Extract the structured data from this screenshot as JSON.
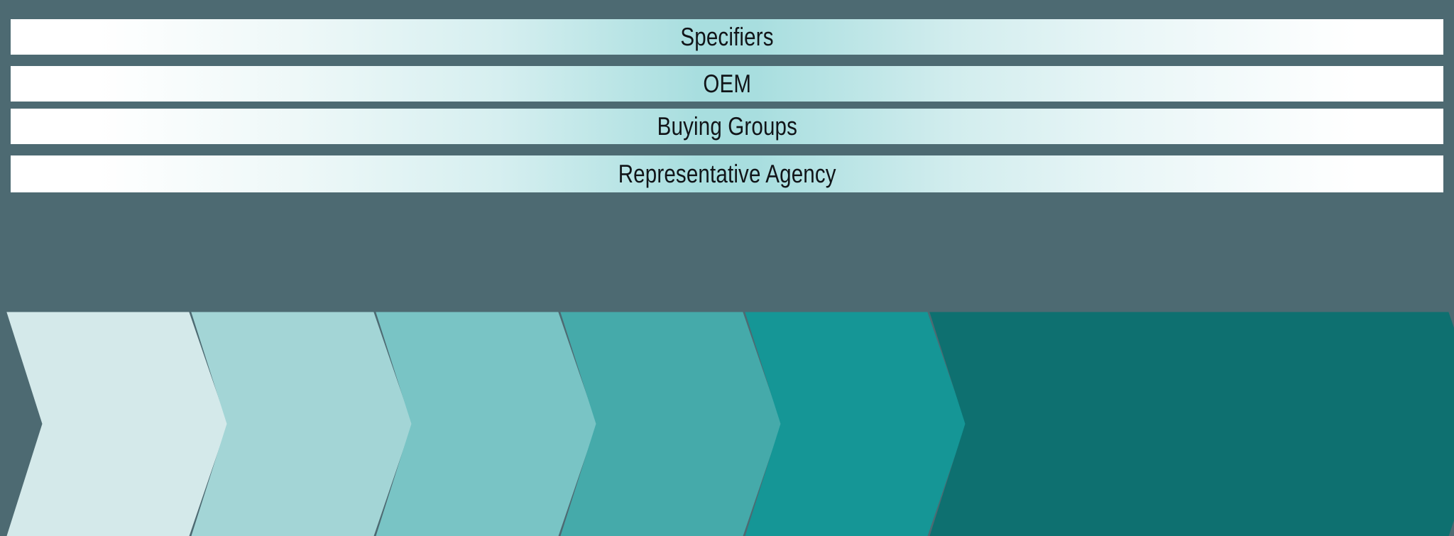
{
  "background_color": "#4d6a72",
  "bars": {
    "items": [
      {
        "label": "Specifiers"
      },
      {
        "label": "OEM"
      },
      {
        "label": "Buying Groups"
      },
      {
        "label": "Representative Agency"
      }
    ],
    "gradient_center_color": "#a8dedf",
    "gradient_edge_color": "#ffffff",
    "text_color": "#111418"
  },
  "chevrons": {
    "count": 6,
    "separator_color": "#4d6a72",
    "items": [
      {
        "label": "",
        "color": "#d4e9ea"
      },
      {
        "label": "",
        "color": "#a3d5d6"
      },
      {
        "label": "",
        "color": "#79c4c5"
      },
      {
        "label": "",
        "color": "#45aaaa"
      },
      {
        "label": "",
        "color": "#159696"
      },
      {
        "label": "",
        "color": "#0e7070"
      }
    ]
  },
  "chart_data": {
    "type": "diagram",
    "title": "",
    "stages": [
      "Specifiers",
      "OEM",
      "Buying Groups",
      "Representative Agency"
    ],
    "chevron_colors": [
      "#d4e9ea",
      "#a3d5d6",
      "#79c4c5",
      "#45aaaa",
      "#159696",
      "#0e7070"
    ]
  }
}
